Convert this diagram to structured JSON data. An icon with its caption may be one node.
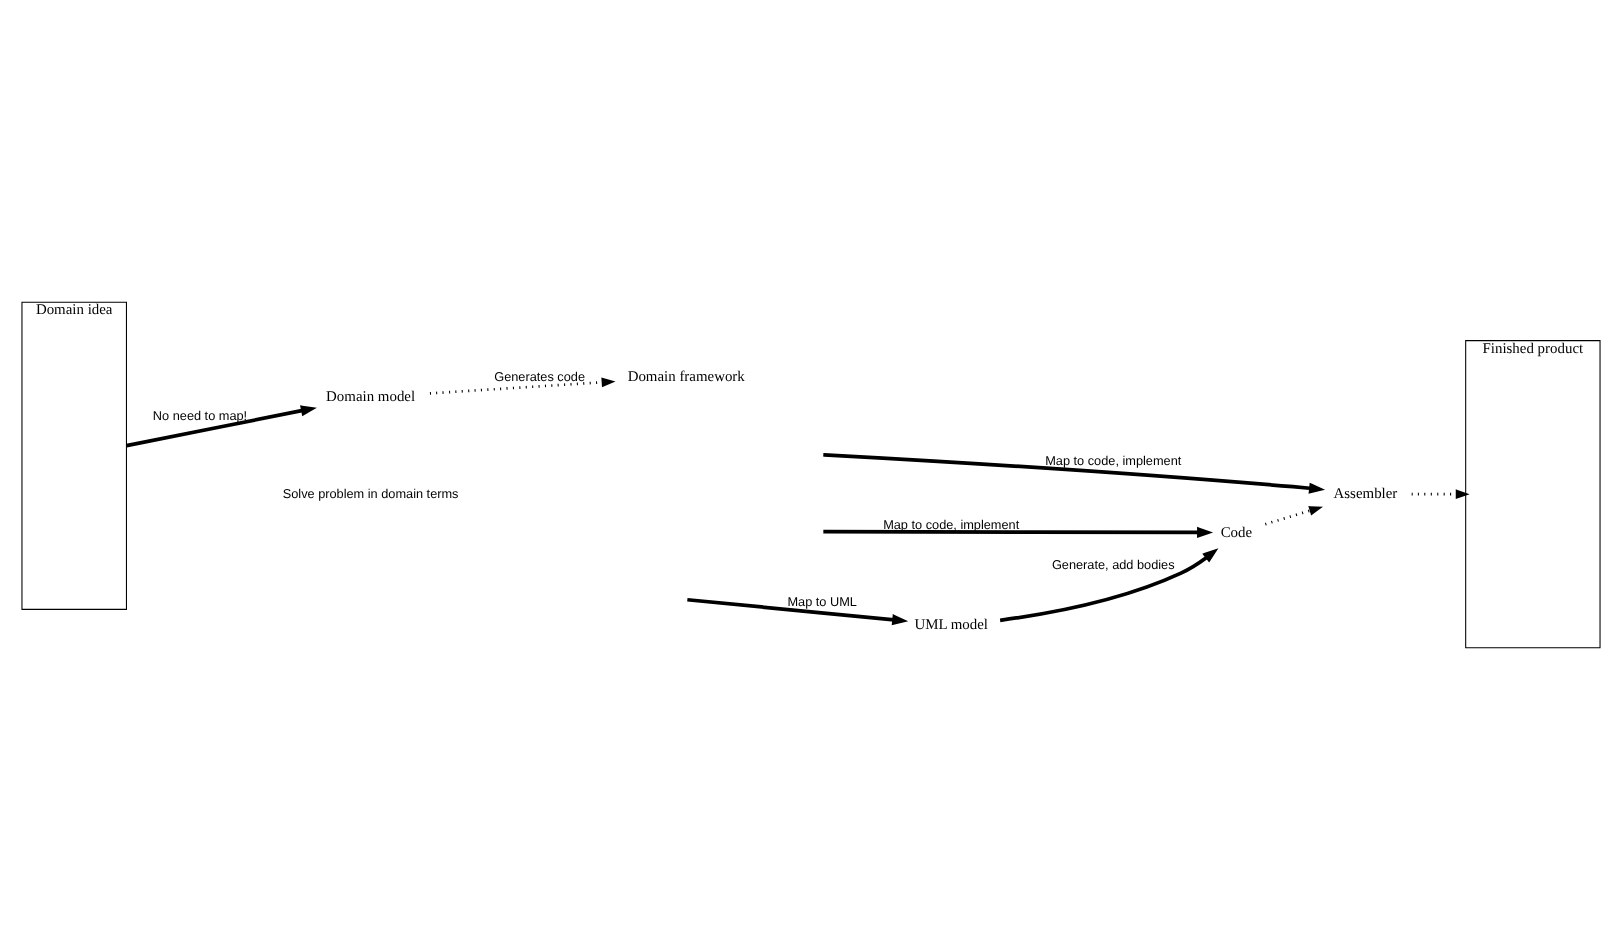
{
  "diagram": {
    "nodes": [
      {
        "text": [
          "Domain idea"
        ]
      },
      {
        "text": [
          "Assembler"
        ]
      },
      {
        "text": [
          "Code"
        ]
      },
      {
        "text": [
          "UML model"
        ]
      },
      {
        "text": [
          "Domain model"
        ]
      },
      {
        "text": [
          "Domain framework"
        ]
      },
      {
        "text": [
          "Finished product"
        ]
      }
    ],
    "edges": [
      {
        "from": null,
        "to": 1,
        "arrow": "to",
        "label": "Map to code, implement"
      },
      {
        "from": 1,
        "to": 6,
        "arrow": "to",
        "style": "dashed"
      },
      {
        "from": 2,
        "to": 1,
        "arrow": "to",
        "style": "dashed"
      },
      {
        "from": null,
        "to": 2,
        "arrow": "to",
        "label": "Map to code, implement"
      },
      {
        "from": 3,
        "to": 2,
        "arrow": "to",
        "label": "Generate, add bodies"
      },
      {
        "from": null,
        "to": 3,
        "arrow": "to",
        "label": "Map to UML"
      },
      {
        "from": 0,
        "to": 4,
        "arrow": "to",
        "label": "No need to map!"
      },
      {
        "from": 4,
        "to": 5,
        "arrow": "to",
        "style": "dashed",
        "label": "Generates code"
      }
    ],
    "labels": [
      "Solve problem in domain terms"
    ]
  }
}
